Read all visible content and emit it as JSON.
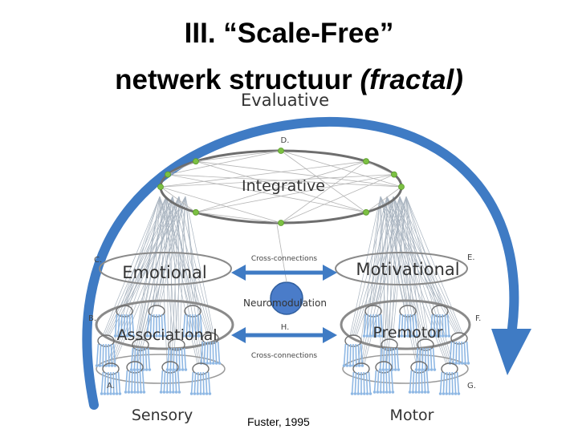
{
  "title": {
    "line1": "III. “Scale-Free”",
    "line2_normal": "netwerk structuur ",
    "line2_italic": "(fractal)"
  },
  "diagram": {
    "levels": {
      "evaluative": "Evaluative",
      "integrative": "Integrative",
      "emotional": "Emotional",
      "motivational": "Motivational",
      "associational": "Associational",
      "premotor": "Premotor",
      "sensory": "Sensory",
      "motor": "Motor"
    },
    "letters": {
      "a": "A.",
      "b": "B.",
      "c": "C.",
      "d": "D.",
      "e": "E.",
      "f": "F.",
      "g": "G.",
      "h": "H."
    },
    "cross_connections_top": "Cross-connections",
    "cross_connections_bottom": "Cross-connections",
    "neuromodulation": "Neuromodulation",
    "colors": {
      "arrow_blue": "#3f7bc4",
      "node_green": "#7cc043",
      "ellipse_gray": "#6e6e6e",
      "neuron_blue": "#8fb8e4"
    }
  },
  "credit": "Fuster, 1995"
}
